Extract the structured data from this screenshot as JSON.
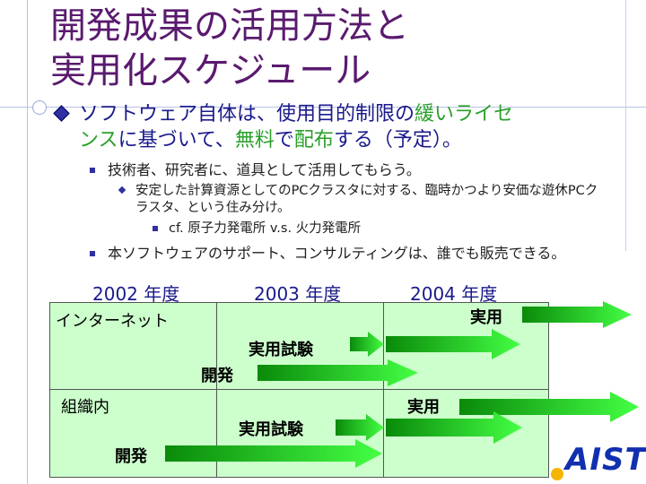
{
  "title": {
    "line1": "開発成果の活用方法と",
    "line2": "実用化スケジュール"
  },
  "bullets": {
    "main_a": "ソフトウェア自体は、使用目的制限の",
    "main_b": "緩いライセ",
    "main_c": "ンス",
    "main_d": "に基づいて、",
    "main_e": "無料",
    "main_f": "で",
    "main_g": "配布",
    "main_h": "する（予定）。",
    "sub1": "技術者、研究者に、道具として活用してもらう。",
    "sub1_1": "安定した計算資源としてのPCクラスタに対する、臨時かつより安価な遊休PCクラスタ、という住み分け。",
    "sub1_1_1": "cf. 原子力発電所 v.s. 火力発電所",
    "sub2": "本ソフトウェアのサポート、コンサルティングは、誰でも販売できる。"
  },
  "schedule": {
    "years": [
      "2002 年度",
      "2003 年度",
      "2004 年度"
    ],
    "rows": {
      "internet": "インターネット",
      "org": "組織内"
    },
    "labels": {
      "internet_deploy": "実用",
      "internet_trial": "実用試験",
      "internet_dev": "開発",
      "org_deploy": "実用",
      "org_trial": "実用試験",
      "org_dev": "開発"
    }
  },
  "logo": {
    "text": "AIST"
  },
  "colors": {
    "title": "#5a1a6e",
    "body": "#1a1a8c",
    "highlight": "#2aa02a",
    "grid": "#ccffcc",
    "arrow": "#22dd22"
  }
}
